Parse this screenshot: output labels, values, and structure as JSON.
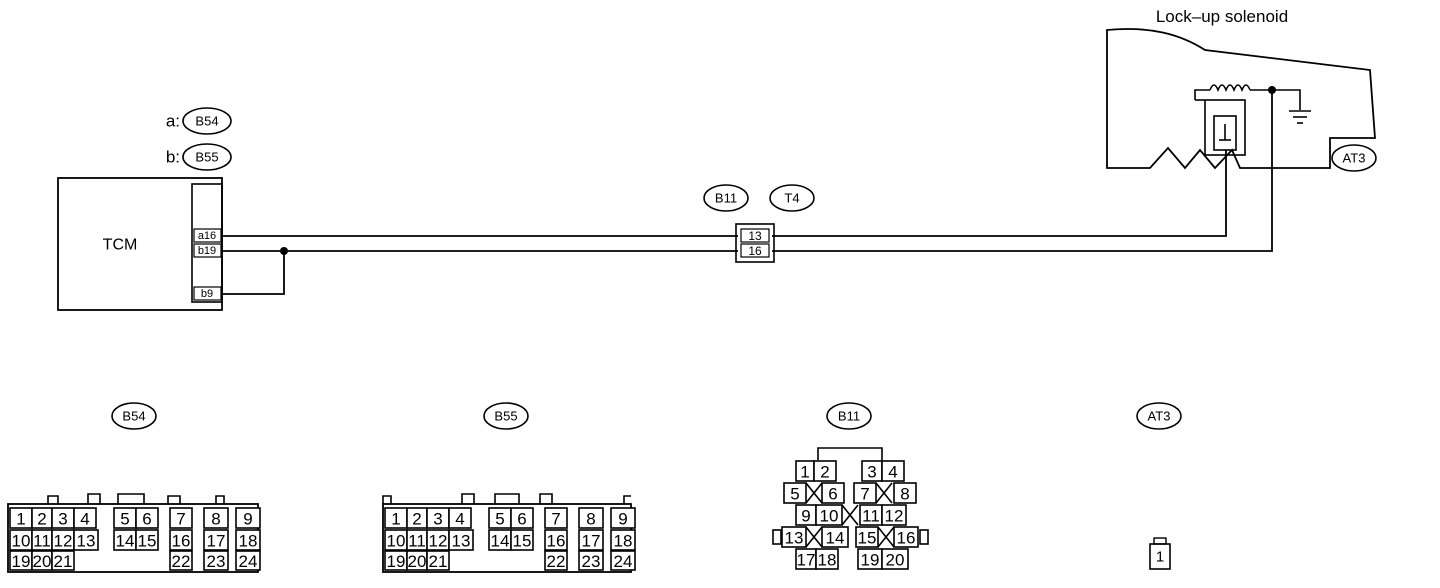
{
  "title": "Lock–up solenoid",
  "tcm": {
    "label": "TCM",
    "pins": [
      "a16",
      "b19",
      "b9"
    ]
  },
  "connector_refs": [
    {
      "prefix": "a:",
      "code": "B54"
    },
    {
      "prefix": "b:",
      "code": "B55"
    }
  ],
  "inline_connectors": {
    "codes": [
      "B11",
      "T4"
    ],
    "pins": [
      "13",
      "16"
    ]
  },
  "solenoid_connector": "AT3",
  "connectors": {
    "B54": {
      "code": "B54",
      "rows": [
        [
          "1",
          "2",
          "3",
          "4",
          "5",
          "6",
          "7",
          "8",
          "9"
        ],
        [
          "10",
          "11",
          "12",
          "13",
          "14",
          "15",
          "16",
          "17",
          "18"
        ],
        [
          "19",
          "20",
          "21",
          "22",
          "23",
          "24"
        ]
      ]
    },
    "B55": {
      "code": "B55",
      "rows": [
        [
          "1",
          "2",
          "3",
          "4",
          "5",
          "6",
          "7",
          "8",
          "9"
        ],
        [
          "10",
          "11",
          "12",
          "13",
          "14",
          "15",
          "16",
          "17",
          "18"
        ],
        [
          "19",
          "20",
          "21",
          "22",
          "23",
          "24"
        ]
      ]
    },
    "B11": {
      "code": "B11",
      "rows": [
        [
          "1",
          "2",
          "3",
          "4"
        ],
        [
          "5",
          "6",
          "7",
          "8"
        ],
        [
          "9",
          "10",
          "11",
          "12"
        ],
        [
          "13",
          "14",
          "15",
          "16"
        ],
        [
          "17",
          "18",
          "19",
          "20"
        ]
      ]
    },
    "AT3": {
      "code": "AT3",
      "pins": [
        "1"
      ]
    }
  }
}
